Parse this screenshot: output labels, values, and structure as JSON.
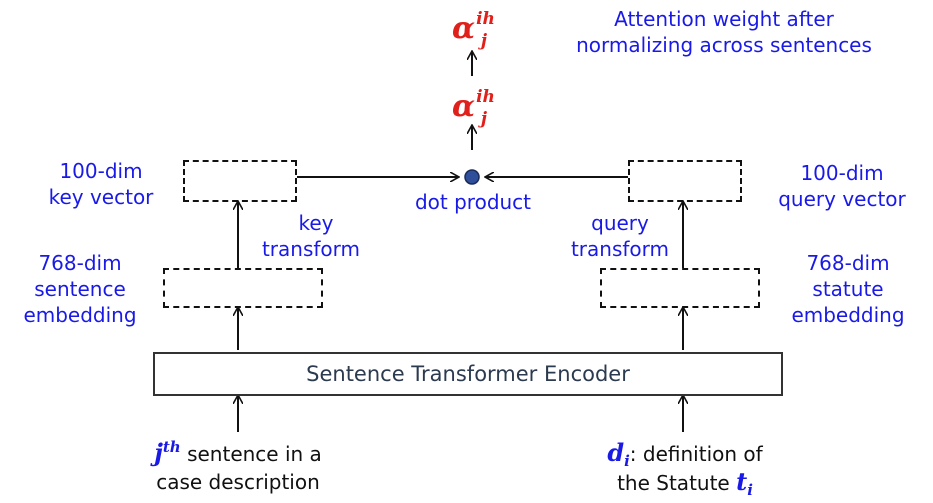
{
  "top_label": {
    "line1": "Attention weight after",
    "line2": "normalizing across sentences"
  },
  "alpha": {
    "symbol": "α",
    "sup": "ih",
    "sub": "j"
  },
  "key_vector": {
    "line1": "100-dim",
    "line2": "key vector"
  },
  "query_vector": {
    "line1": "100-dim",
    "line2": "query vector"
  },
  "dot_product": "dot product",
  "key_transform": {
    "line1": "key",
    "line2": "transform"
  },
  "query_transform": {
    "line1": "query",
    "line2": "transform"
  },
  "sentence_embedding": {
    "line1": "768-dim",
    "line2": "sentence",
    "line3": "embedding"
  },
  "statute_embedding": {
    "line1": "768-dim",
    "line2": "statute",
    "line3": "embedding"
  },
  "encoder": "Sentence Transformer Encoder",
  "left_input": {
    "math": "j",
    "math_sup": "th",
    "line1_rest": " sentence in a",
    "line2": "case description"
  },
  "right_input": {
    "math": "d",
    "math_sub": "i",
    "line1_rest": ": definition of",
    "line2": "the Statute ",
    "math2": "t",
    "math2_sub": "i"
  },
  "colors": {
    "label": "#1a1ae6",
    "alpha": "#e0201b",
    "dot": "#2f4f9a",
    "line": "#111111"
  }
}
